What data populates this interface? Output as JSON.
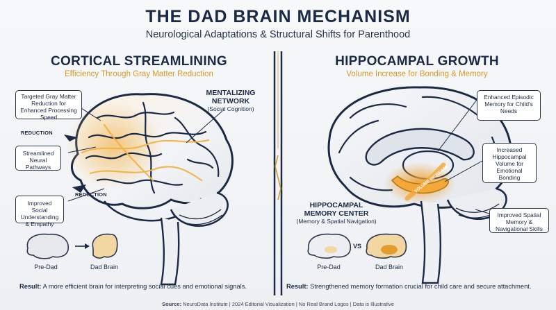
{
  "header": {
    "title": "THE DAD BRAIN MECHANISM",
    "subtitle": "Neurological Adaptations & Structural Shifts for Parenthood"
  },
  "left": {
    "title": "CORTICAL STREAMLINING",
    "subtitle": "Efficiency Through Gray Matter Reduction",
    "callouts": [
      "Targeted Gray Matter Reduction for Enhanced Processing Speed",
      "Streamlined Neural Pathways",
      "Improved Social Understanding & Empathy"
    ],
    "tags": [
      "REDUCTION",
      "REDUCTION"
    ],
    "network_title": "MENTALIZING NETWORK",
    "network_sub": "(Social Cognition)",
    "compare": [
      "Pre-Dad",
      "Dad Brain"
    ],
    "result_label": "Result:",
    "result_text": "A more efficient brain for interpreting social cues and emotional signals."
  },
  "right": {
    "title": "HIPPOCAMPAL GROWTH",
    "subtitle": "Volume Increase for Bonding & Memory",
    "callouts": [
      "Enhanced Episodic Memory for Child's Needs",
      "Increased Hippocampal Volume for Emotional Bonding",
      "Improved Spatial Memory & Navigational Skills"
    ],
    "center_title": "HIPPOCAMPAL MEMORY CENTER",
    "center_sub": "(Memory & Spatial Navigation)",
    "arrow_label": "VOLUME INCREASE",
    "compare": [
      "Pre-Dad",
      "VS",
      "Dad Brain"
    ],
    "result_label": "Result:",
    "result_text": "Strengthened memory formation crucial for child care and secure attachment."
  },
  "footer": {
    "source_label": "Source:",
    "source_text": "NeuroData Institute | 2024 Editorial Visualization | No Real Brand Logos | Data is Illustrative"
  },
  "colors": {
    "navy": "#1b2a44",
    "gold": "#d49a2a",
    "glow": "#f2b24a"
  }
}
